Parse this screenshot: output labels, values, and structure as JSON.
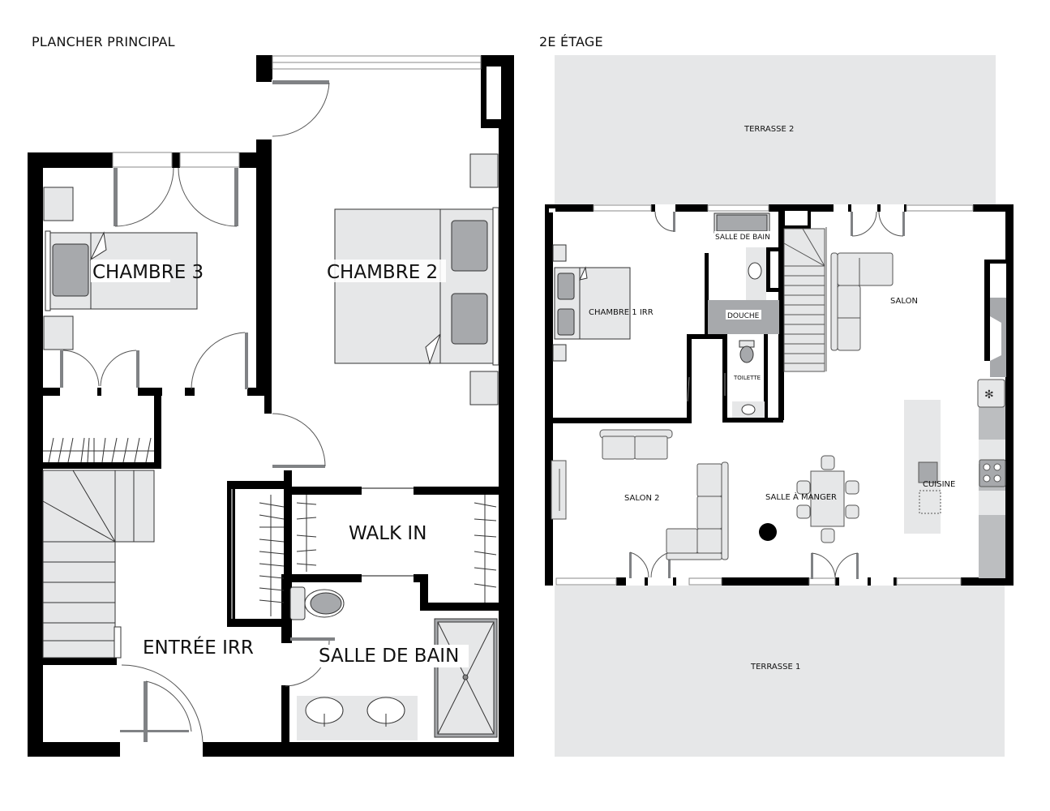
{
  "floors": [
    {
      "title": "PLANCHER PRINCIPAL",
      "rooms": [
        {
          "label": "CHAMBRE 3"
        },
        {
          "label": "CHAMBRE 2"
        },
        {
          "label": "WALK IN"
        },
        {
          "label": "ENTRÉE IRR"
        },
        {
          "label": "SALLE DE BAIN"
        }
      ]
    },
    {
      "title": "2E ÉTAGE",
      "rooms": [
        {
          "label": "TERRASSE 2"
        },
        {
          "label": "SALLE DE BAIN"
        },
        {
          "label": "CHAMBRE 1 IRR"
        },
        {
          "label": "DOUCHE"
        },
        {
          "label": "TOILETTE"
        },
        {
          "label": "SALON"
        },
        {
          "label": "SALON 2"
        },
        {
          "label": "SALLE À MANGER"
        },
        {
          "label": "CUISINE"
        },
        {
          "label": "TERRASSE 1"
        }
      ]
    }
  ],
  "colors": {
    "wall": "#000000",
    "furniture": "#e6e7e8",
    "furniture_dark": "#a7a9ac",
    "terrace": "#e6e7e8",
    "counter": "#bcbec0",
    "door": "#808285"
  }
}
